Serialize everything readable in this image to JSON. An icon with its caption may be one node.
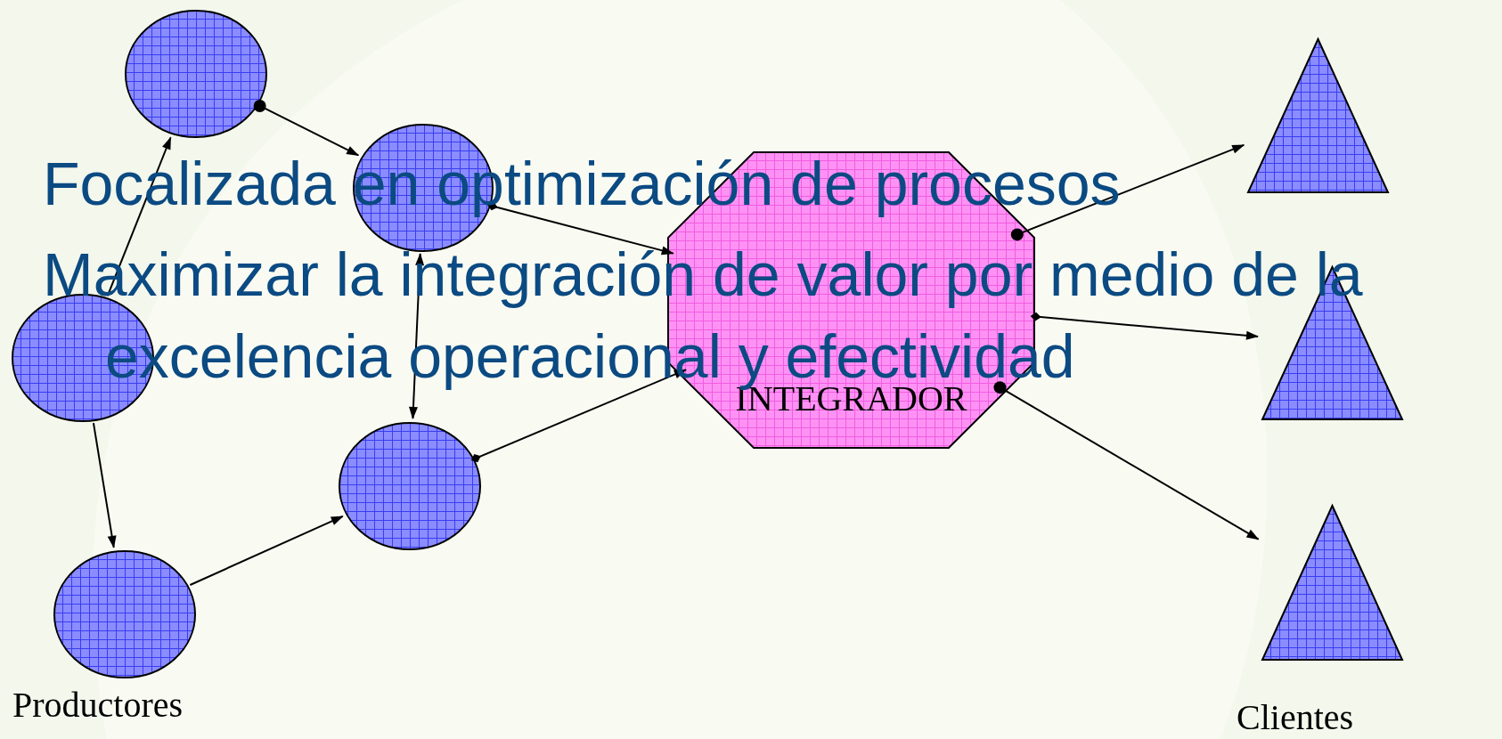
{
  "diagram": {
    "nodes": [
      {
        "text": [],
        "shape": "circle"
      },
      {
        "text": [],
        "shape": "circle"
      },
      {
        "text": [],
        "shape": "circle"
      },
      {
        "text": [],
        "shape": "circle"
      },
      {
        "text": [],
        "shape": "circle"
      },
      {
        "text": [
          "INTEGRADOR"
        ]
      },
      {
        "text": [],
        "shape": "triangle"
      },
      {
        "text": [],
        "shape": "triangle"
      },
      {
        "text": [],
        "shape": "triangle"
      }
    ],
    "edges": [
      {
        "from": 0,
        "to": 1,
        "arrow": "to"
      },
      {
        "from": 2,
        "to": 0,
        "arrow": "to"
      },
      {
        "from": 2,
        "to": 4,
        "arrow": "to"
      },
      {
        "from": 4,
        "to": 3,
        "arrow": "to"
      },
      {
        "from": 1,
        "to": 3,
        "arrow": "both"
      },
      {
        "from": 1,
        "to": 5,
        "arrow": "to"
      },
      {
        "from": 3,
        "to": 5,
        "arrow": "to"
      },
      {
        "from": 5,
        "to": 6,
        "arrow": "to"
      },
      {
        "from": 5,
        "to": 7,
        "arrow": "to"
      },
      {
        "from": 5,
        "to": 8,
        "arrow": "to"
      }
    ],
    "labels": [
      "Focalizada en optimización de procesos",
      "Maximizar la integración de valor por medio de la excelencia operacional y efectividad",
      "Productores",
      "Clientes"
    ]
  }
}
